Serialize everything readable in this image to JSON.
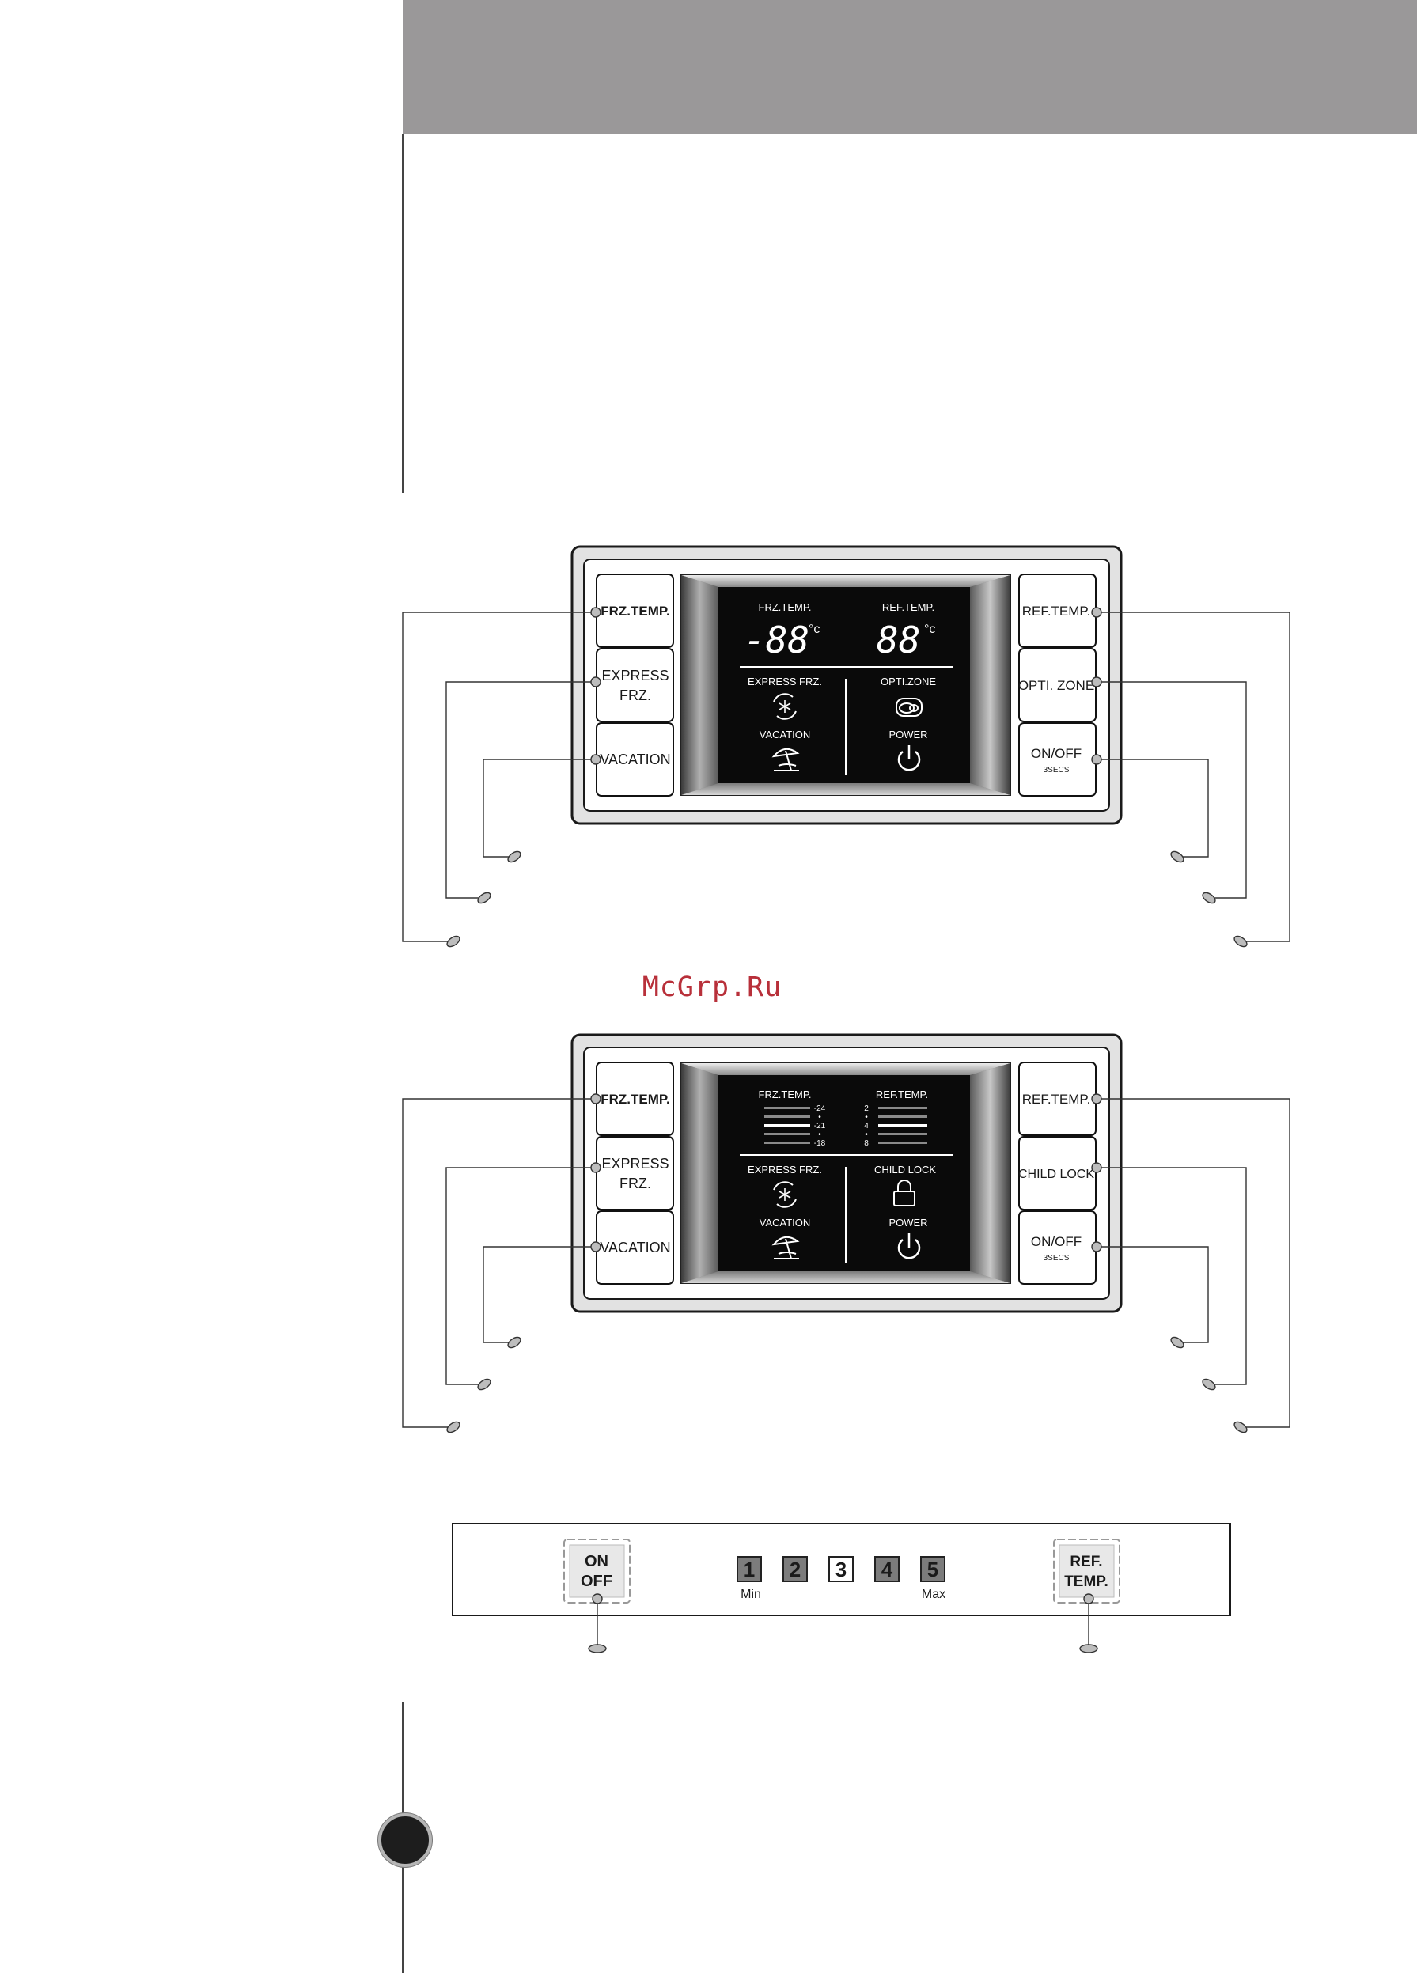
{
  "watermark": "McGrp.Ru",
  "panel1": {
    "left_buttons": [
      "FRZ.TEMP.",
      "EXPRESS FRZ.",
      "VACATION"
    ],
    "right_buttons": [
      "REF.TEMP.",
      "OPTI. ZONE",
      "ON/OFF"
    ],
    "right_button_sub": "3SECS",
    "lcd": {
      "frz_label": "FRZ.TEMP.",
      "ref_label": "REF.TEMP.",
      "frz_digits": "-88",
      "ref_digits": "88",
      "degree": "°c",
      "express": "EXPRESS FRZ.",
      "zone": "OPTI.ZONE",
      "vacation": "VACATION",
      "power": "POWER"
    }
  },
  "panel2": {
    "left_buttons": [
      "FRZ.TEMP.",
      "EXPRESS FRZ.",
      "VACATION"
    ],
    "right_buttons": [
      "REF.TEMP.",
      "CHILD LOCK",
      "ON/OFF"
    ],
    "right_button_sub": "3SECS",
    "lcd": {
      "frz_label": "FRZ.TEMP.",
      "ref_label": "REF.TEMP.",
      "frz_scale": [
        "-24",
        "•",
        "-21",
        "•",
        "-18"
      ],
      "ref_scale": [
        "2",
        "•",
        "4",
        "•",
        "8"
      ],
      "express": "EXPRESS FRZ.",
      "lock": "CHILD LOCK",
      "vacation": "VACATION",
      "power": "POWER"
    }
  },
  "panel3": {
    "onoff": [
      "ON",
      "OFF"
    ],
    "reftemp": [
      "REF.",
      "TEMP."
    ],
    "levels": [
      "1",
      "2",
      "3",
      "4",
      "5"
    ],
    "selected_level": "3",
    "min_label": "Min",
    "max_label": "Max"
  },
  "icons": [
    "snowflake-cycle-icon",
    "opti-zone-icon",
    "beach-umbrella-icon",
    "power-icon",
    "padlock-icon"
  ]
}
